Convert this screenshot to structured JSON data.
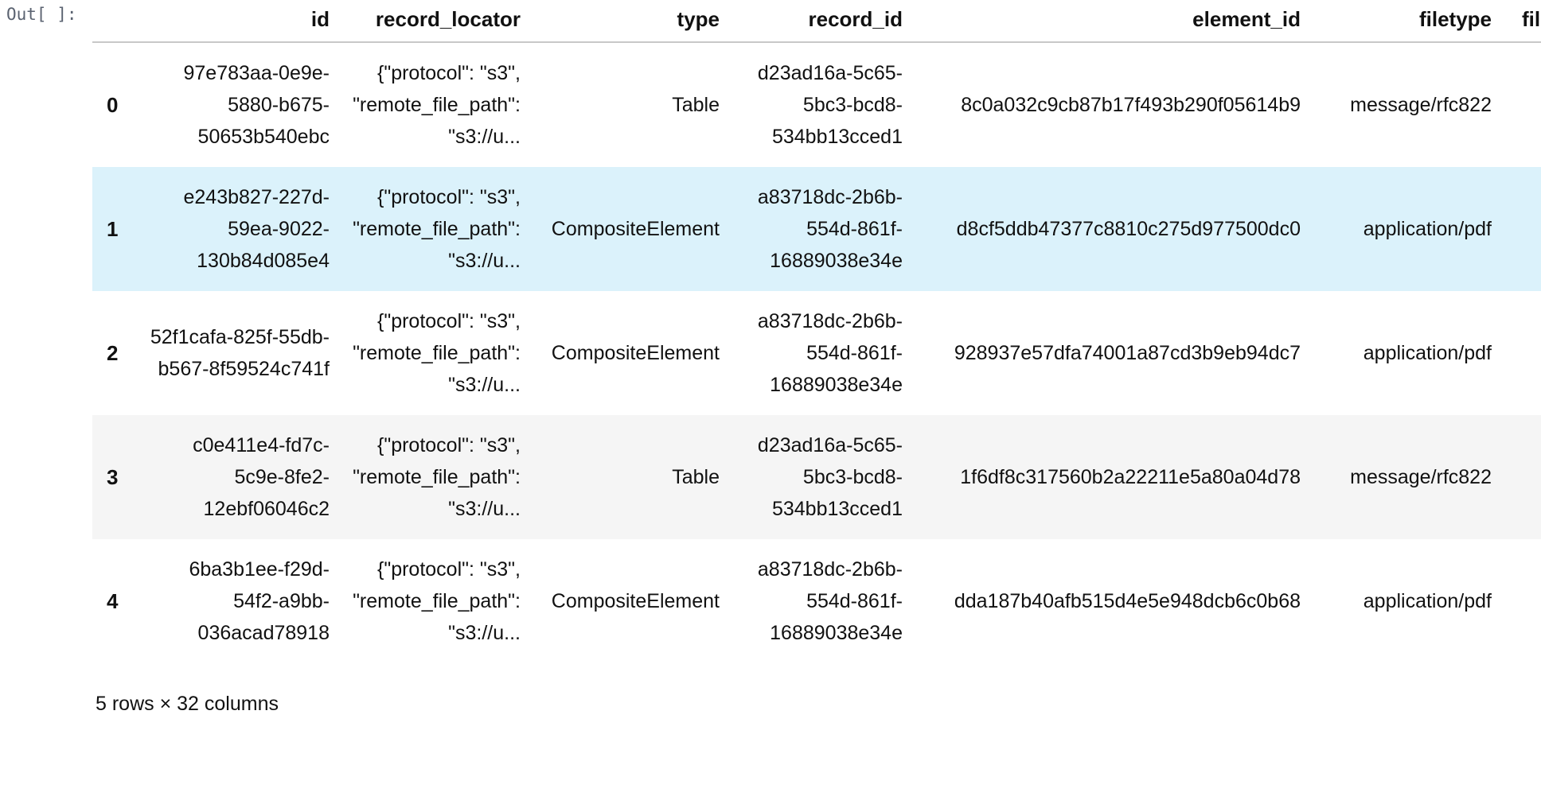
{
  "cell": {
    "prompt": "Out[ ]:"
  },
  "table": {
    "columns": [
      {
        "key": "index",
        "label": ""
      },
      {
        "key": "id",
        "label": "id"
      },
      {
        "key": "record_locator",
        "label": "record_locator"
      },
      {
        "key": "type",
        "label": "type"
      },
      {
        "key": "record_id",
        "label": "record_id"
      },
      {
        "key": "element_id",
        "label": "element_id"
      },
      {
        "key": "filetype",
        "label": "filetype"
      },
      {
        "key": "file_clipped",
        "label": "file_"
      }
    ],
    "rows": [
      {
        "index": "0",
        "id": "97e783aa-0e9e-5880-b675-50653b540ebc",
        "record_locator": "{\"protocol\": \"s3\", \"remote_file_path\": \"s3://u...",
        "type": "Table",
        "record_id": "d23ad16a-5c65-5bc3-bcd8-534bb13cced1",
        "element_id": "8c0a032c9cb87b17f493b290f05614b9",
        "filetype": "message/rfc822",
        "file_clipped": "",
        "style": "row-plain"
      },
      {
        "index": "1",
        "id": "e243b827-227d-59ea-9022-130b84d085e4",
        "record_locator": "{\"protocol\": \"s3\", \"remote_file_path\": \"s3://u...",
        "type": "CompositeElement",
        "record_id": "a83718dc-2b6b-554d-861f-16889038e34e",
        "element_id": "d8cf5ddb47377c8810c275d977500dc0",
        "filetype": "application/pdf",
        "file_clipped": "",
        "style": "row-hl"
      },
      {
        "index": "2",
        "id": "52f1cafa-825f-55db-b567-8f59524c741f",
        "record_locator": "{\"protocol\": \"s3\", \"remote_file_path\": \"s3://u...",
        "type": "CompositeElement",
        "record_id": "a83718dc-2b6b-554d-861f-16889038e34e",
        "element_id": "928937e57dfa74001a87cd3b9eb94dc7",
        "filetype": "application/pdf",
        "file_clipped": "",
        "style": "row-plain"
      },
      {
        "index": "3",
        "id": "c0e411e4-fd7c-5c9e-8fe2-12ebf06046c2",
        "record_locator": "{\"protocol\": \"s3\", \"remote_file_path\": \"s3://u...",
        "type": "Table",
        "record_id": "d23ad16a-5c65-5bc3-bcd8-534bb13cced1",
        "element_id": "1f6df8c317560b2a22211e5a80a04d78",
        "filetype": "message/rfc822",
        "file_clipped": "",
        "style": "row-alt"
      },
      {
        "index": "4",
        "id": "6ba3b1ee-f29d-54f2-a9bb-036acad78918",
        "record_locator": "{\"protocol\": \"s3\", \"remote_file_path\": \"s3://u...",
        "type": "CompositeElement",
        "record_id": "a83718dc-2b6b-554d-861f-16889038e34e",
        "element_id": "dda187b40afb515d4e5e948dcb6c0b68",
        "filetype": "application/pdf",
        "file_clipped": "",
        "style": "row-plain"
      }
    ],
    "shape_summary": "5 rows × 32 columns"
  },
  "colors": {
    "highlight_row": "#dbf2fb",
    "alt_row": "#f5f5f5",
    "header_rule": "#c8c8c8",
    "prompt_text": "#5a6270"
  }
}
